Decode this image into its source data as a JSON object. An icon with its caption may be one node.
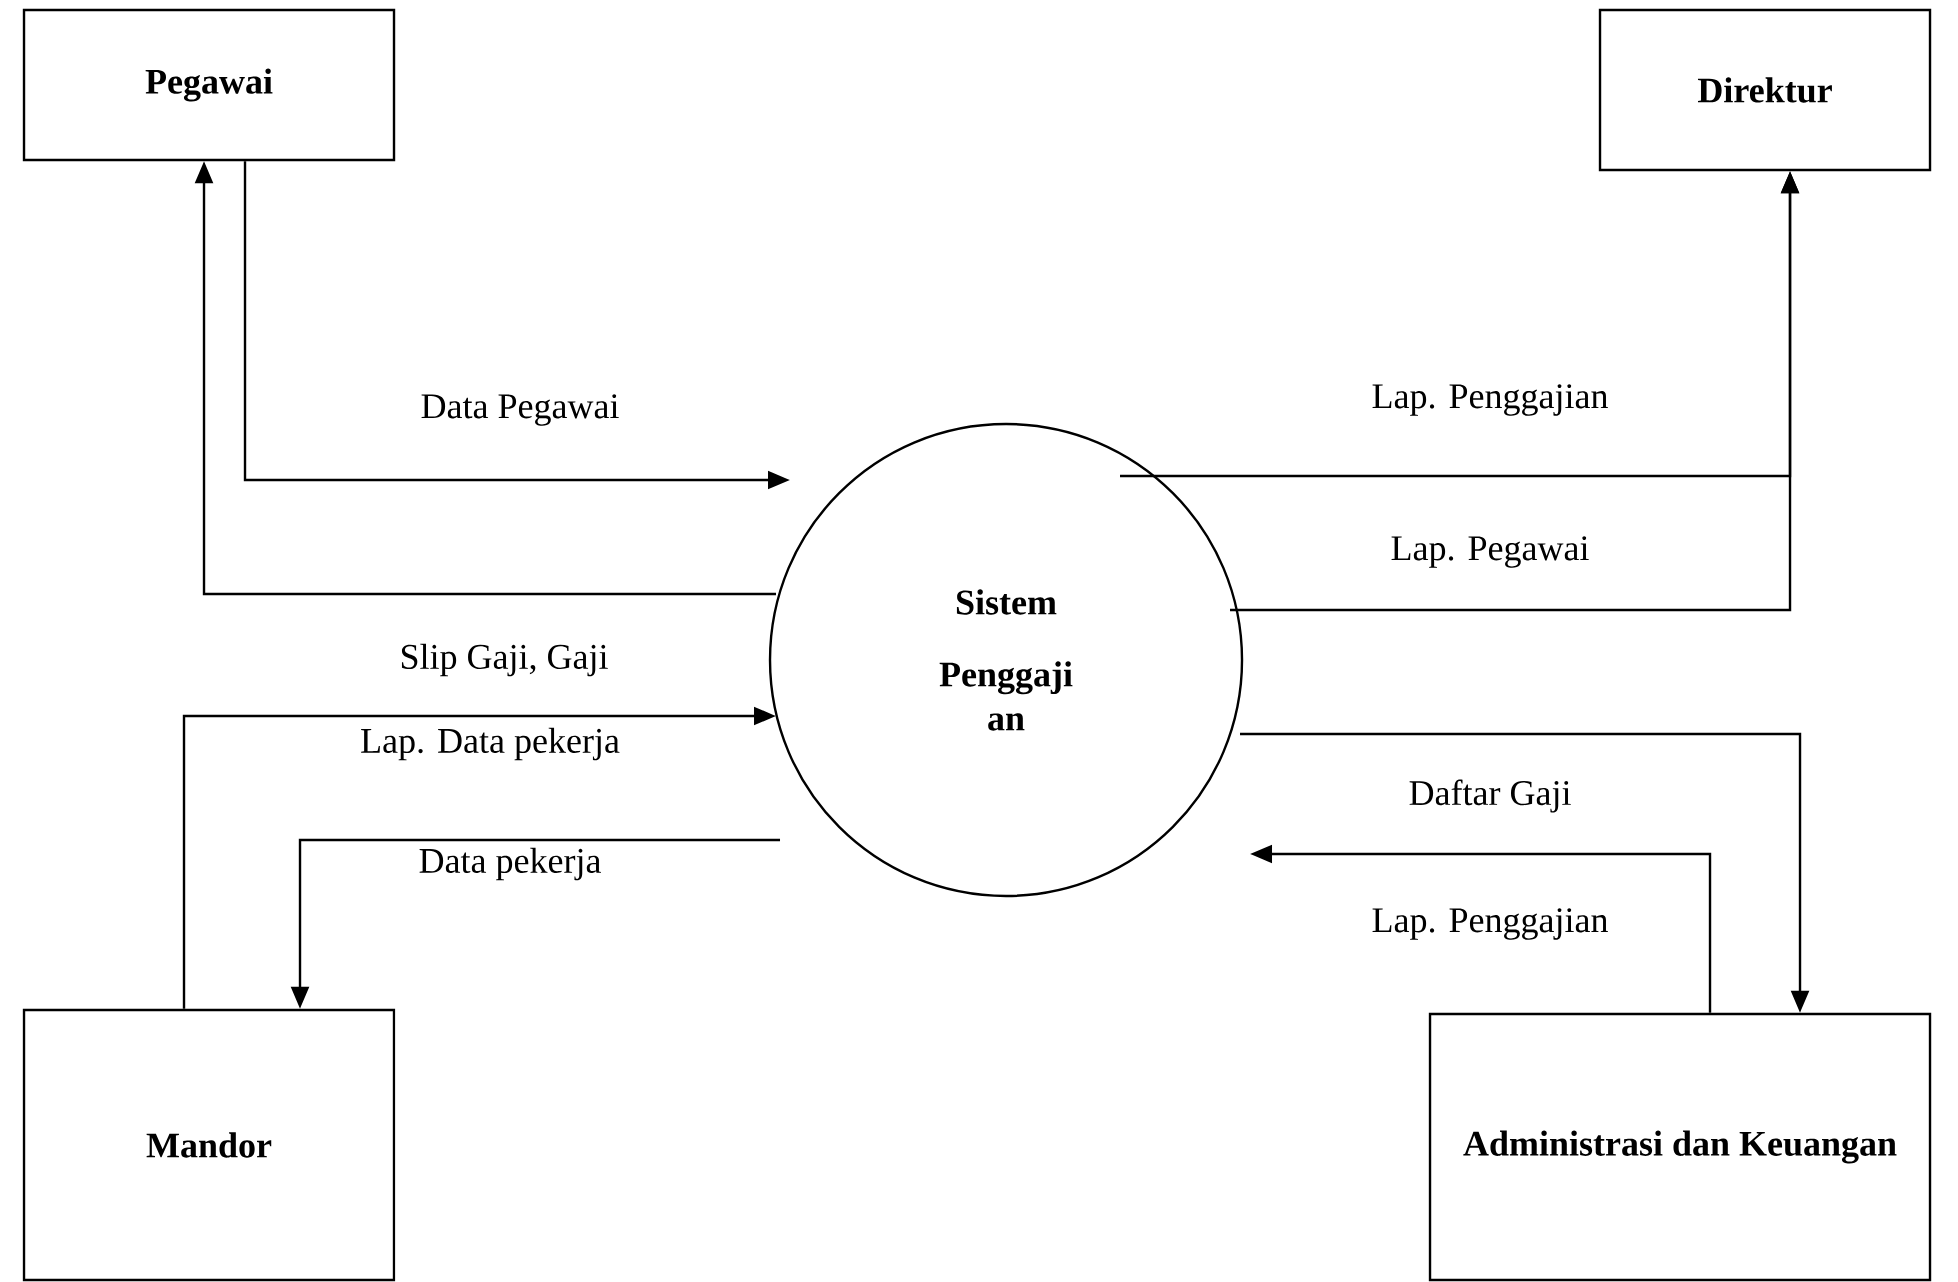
{
  "diagram": {
    "nodes": [
      {
        "text": [
          "Pegawai"
        ]
      },
      {
        "text": [
          "Direktur"
        ]
      },
      {
        "text": [
          "Mandor"
        ]
      },
      {
        "text": [
          "Administrasi dan Keuangan"
        ]
      },
      {
        "text": [
          "Sistem",
          "Penggaji an"
        ]
      }
    ],
    "edges": [
      {
        "from": 0,
        "to": 4,
        "arrow": "to",
        "label": "Data Pegawai"
      },
      {
        "from": 4,
        "to": 0,
        "arrow": "to",
        "label": "Slip Gaji, Gaji"
      },
      {
        "from": 4,
        "to": 1,
        "arrow": "to",
        "label": "Lap. Penggajian"
      },
      {
        "from": 4,
        "to": 1,
        "arrow": "to",
        "label": "Lap. Pegawai"
      },
      {
        "from": 2,
        "to": 4,
        "arrow": "to",
        "label": "Lap. Data pekerja"
      },
      {
        "from": 4,
        "to": 2,
        "arrow": "to",
        "label": "Data pekerja"
      },
      {
        "from": 4,
        "to": 3,
        "arrow": "to",
        "label": "Daftar Gaji"
      },
      {
        "from": 3,
        "to": 4,
        "arrow": "to",
        "label": "Lap. Penggajian"
      }
    ]
  }
}
